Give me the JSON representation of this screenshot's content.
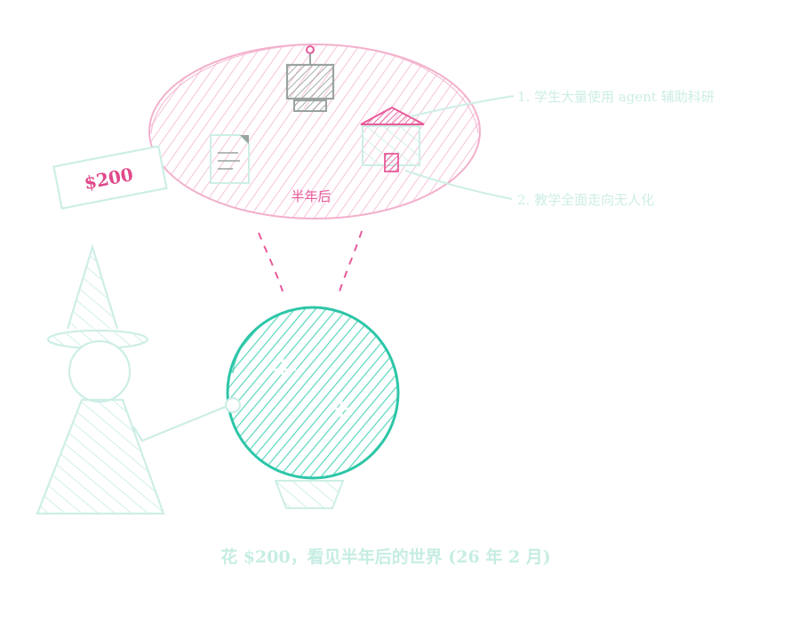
{
  "bubble": {
    "title": "半年后",
    "note_1": "1. 学生大量使用 agent 辅助科研",
    "note_2": "2. 教学全面走向无人化"
  },
  "price_tag": {
    "text": "$200"
  },
  "caption": {
    "text": "花 $200，看见半年后的世界 (26 年 2 月)"
  },
  "colors": {
    "pink": "#e85a9a",
    "pink_light": "#f6c3db",
    "teal": "#2cc6a8",
    "teal_light": "#bfeee2",
    "gray": "#9aa3a0"
  },
  "icons": [
    "computer-icon",
    "document-icon",
    "school-icon",
    "sparkle-icon",
    "wizard-figure"
  ]
}
